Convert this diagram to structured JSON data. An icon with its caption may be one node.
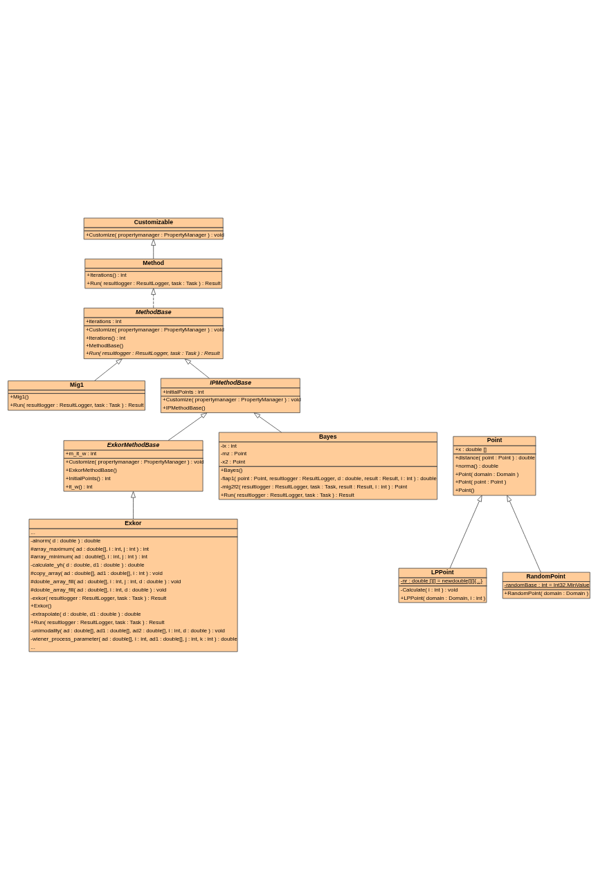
{
  "diagram": {
    "nodes": [
      {
        "text": [
          "Customizable",
          "+Customize( propertymanager : PropertyManager ) : void"
        ]
      },
      {
        "text": [
          "Point",
          "+x : double []",
          "+distance( point : Point ) : double",
          "+norma() : double",
          "+Point( domain : Domain )",
          "+Point( point : Point )",
          "+Point()"
        ]
      },
      {
        "text": [
          "Method",
          "+Iterations() : int",
          "+Run( resultlogger : ResultLogger, task : Task ) : Result"
        ]
      },
      {
        "text": [
          "MethodBase",
          "+iterations : int",
          "+Customize( propertymanager : PropertyManager ) : void",
          "+Iterations() : int",
          "+MethodBase()",
          "+Run( resultlogger : ResultLogger, task : Task ) : Result"
        ]
      },
      {
        "text": [
          "LPPoint",
          "-nr : double [][] = newdouble[][]{...}",
          "-Calculate( i : int ) : void",
          "+LPPoint( domain : Domain, i : int )"
        ]
      },
      {
        "text": [
          "RandomPoint",
          "-randomBase : int = Int32.MinValue",
          "+RandomPoint( domain : Domain )"
        ]
      },
      {
        "text": [
          "Mig1",
          "+Mig1()",
          "+Run( resultlogger : ResultLogger, task : Task ) : Result"
        ]
      },
      {
        "text": [
          "IPMethodBase",
          "+initialPoints : int",
          "+Customize( propertymanager : PropertyManager ) : void",
          "+IPMethodBase()"
        ]
      },
      {
        "text": [
          "ExkorMethodBase",
          "+m_it_w : int",
          "+Customize( propertymanager : PropertyManager ) : void",
          "+ExkorMethodBase()",
          "+InitialPoints() : int",
          "+it_w() : int"
        ]
      },
      {
        "text": [
          "Bayes",
          "-ix : int",
          "-mz : Point",
          "-x2 : Point",
          "+Bayes()",
          "-fiap1( point : Point, resultlogger : ResultLogger, d : double, result : Result, i : int ) : double",
          "-mig2f2( resultlogger : ResultLogger, task : Task, result : Result, i : int ) : Point",
          "+Run( resultlogger : ResultLogger, task : Task ) : Result"
        ]
      },
      {
        "text": [
          "Exkor",
          "...",
          "-alnorm( d : double ) : double",
          "#array_maximum( ad : double[], i : int, j : int ) : int",
          "#array_minimum( ad : double[], i : int, j : int ) : int",
          "-calculate_yh( d : double, d1 : double ) : double",
          "#copy_array( ad : double[], ad1 : double[], i : int ) : void",
          "#double_array_fill( ad : double[], i : int, j : int, d : double ) : void",
          "#double_array_fill( ad : double[], i : int, d : double ) : void",
          "-exkor( resultlogger : ResultLogger, task : Task ) : Result",
          "+Exkor()",
          "-extrapolate( d : double, d1 : double ) : double",
          "+Run( resultlogger : ResultLogger, task : Task ) : Result",
          "-unimodality( ad : double[], ad1 : double[], ad2 : double[], i : int, d : double ) : void",
          "-wiener_process_parameter( ad : double[], i : int, ad1 : double[], j : int, k : int ) : double",
          "..."
        ]
      }
    ],
    "edges": [
      {
        "from": 2,
        "to": 0,
        "arrow": "to"
      },
      {
        "from": 3,
        "to": 2,
        "arrow": "to",
        "style": "dashed"
      },
      {
        "from": 6,
        "to": 3,
        "arrow": "to"
      },
      {
        "from": 7,
        "to": 3,
        "arrow": "to"
      },
      {
        "from": 8,
        "to": 7,
        "arrow": "to"
      },
      {
        "from": 9,
        "to": 7,
        "arrow": "to"
      },
      {
        "from": 10,
        "to": 8,
        "arrow": "to"
      },
      {
        "from": 4,
        "to": 1,
        "arrow": "to"
      },
      {
        "from": 5,
        "to": 1,
        "arrow": "to"
      }
    ]
  }
}
